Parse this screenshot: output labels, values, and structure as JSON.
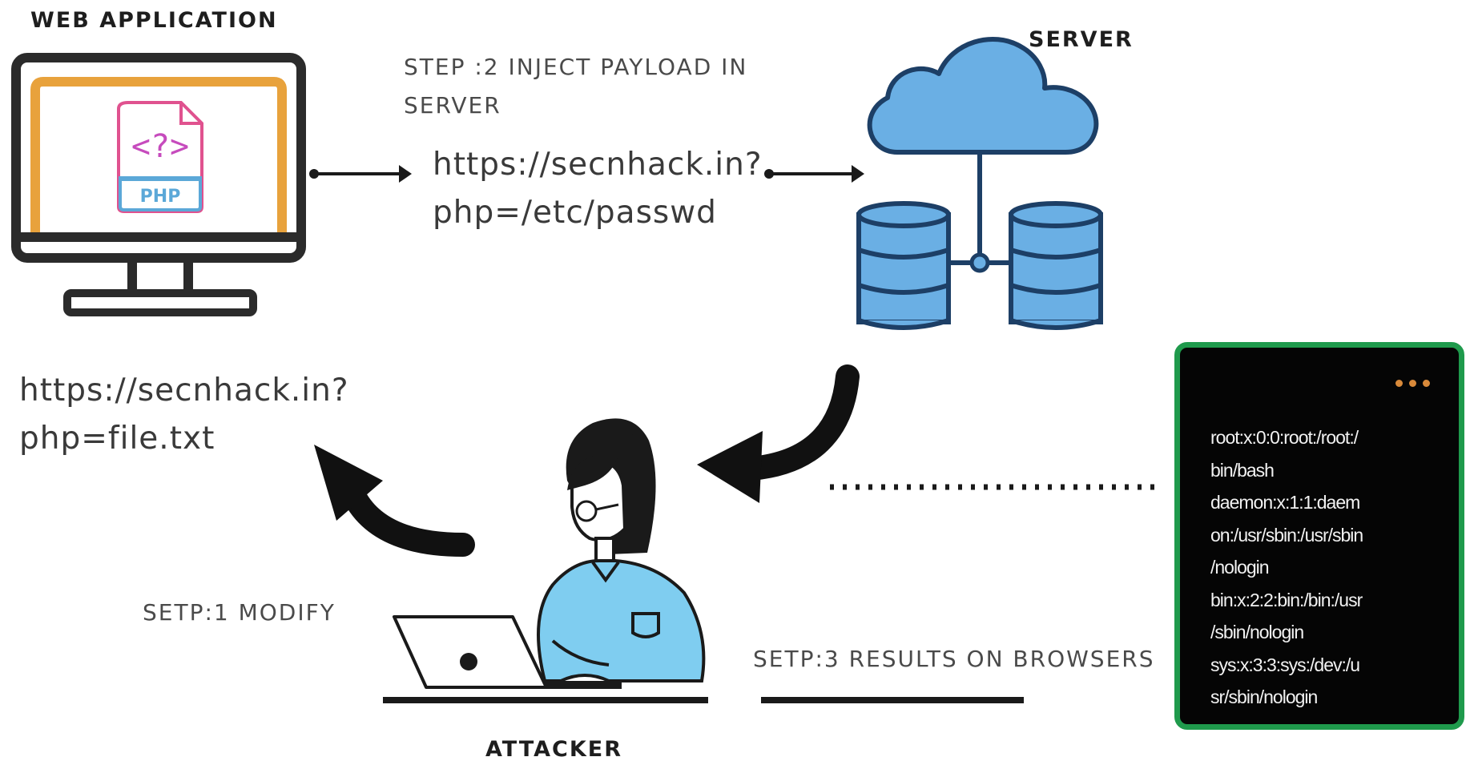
{
  "labels": {
    "web_application": "WEB APPLICATION",
    "server": "SERVER",
    "attacker": "ATTACKER",
    "step2": [
      "STEP :2 INJECT PAYLOAD IN",
      "SERVER"
    ],
    "step1": "SETP:1 MODIFY",
    "step3": "SETP:3 RESULTS ON BROWSERS"
  },
  "urls": {
    "payload_url": [
      "https://secnhack.in?",
      "php=/etc/passwd"
    ],
    "modified_url": [
      "https://secnhack.in?",
      "php=file.txt"
    ]
  },
  "php_icon": {
    "code_glyph": "<?>",
    "caption": "PHP"
  },
  "terminal": {
    "lines": [
      "root:x:0:0:root:/root:/",
      "bin/bash",
      "daemon:x:1:1:daem",
      "on:/usr/sbin:/usr/sbin",
      "/nologin",
      "bin:x:2:2:bin:/bin:/usr",
      "/sbin/nologin",
      "sys:x:3:3:sys:/dev:/u",
      "sr/sbin/nologin"
    ]
  },
  "colors": {
    "monitor_frame": "#2b2b2b",
    "screen_accent": "#e8a23c",
    "php_pink": "#e0528f",
    "php_blue": "#5ba8d8",
    "cloud_fill": "#6aafe4",
    "server_outline": "#1d3f66",
    "shirt": "#7fcdf0",
    "terminal_border": "#1f9a4c",
    "terminal_bg": "#050505"
  }
}
